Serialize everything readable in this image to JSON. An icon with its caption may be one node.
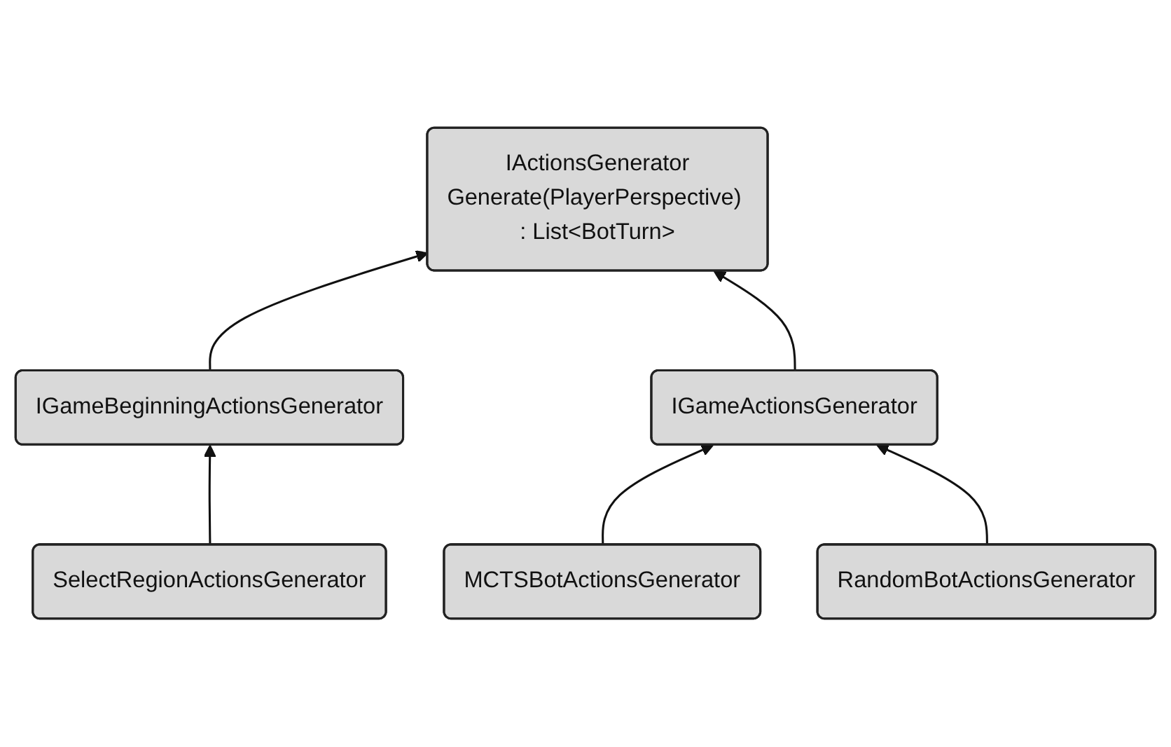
{
  "diagram": {
    "nodes": [
      {
        "text": [
          "IActionsGenerator",
          "Generate(PlayerPerspective) : List<BotTurn>"
        ]
      },
      {
        "text": [
          "IGameBeginningActionsGenerator"
        ]
      },
      {
        "text": [
          "IGameActionsGenerator"
        ]
      },
      {
        "text": [
          "SelectRegionActionsGenerator"
        ]
      },
      {
        "text": [
          "MCTSBotActionsGenerator"
        ]
      },
      {
        "text": [
          "RandomBotActionsGenerator"
        ]
      }
    ],
    "edges": [
      {
        "from": 1,
        "to": 0,
        "arrow": "to"
      },
      {
        "from": 2,
        "to": 0,
        "arrow": "to"
      },
      {
        "from": 3,
        "to": 1,
        "arrow": "to"
      },
      {
        "from": 4,
        "to": 2,
        "arrow": "to"
      },
      {
        "from": 5,
        "to": 2,
        "arrow": "to"
      }
    ]
  }
}
